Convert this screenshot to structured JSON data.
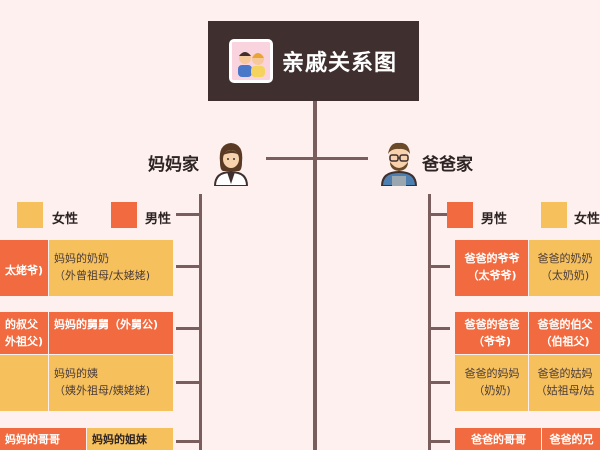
{
  "title": "亲戚关系图",
  "colors": {
    "female": "#f6c15d",
    "male": "#f26a3f",
    "title_bg": "#3f2f2f",
    "background": "#fdf0ee",
    "line": "#7a5e5e"
  },
  "icons": {
    "title": "family-photo-icon",
    "mom": "woman-avatar-icon",
    "dad": "man-avatar-icon"
  },
  "mom_side": {
    "label": "妈妈家",
    "legend": {
      "female": "女性",
      "male": "男性"
    },
    "rows": [
      {
        "left": "太姥爷)",
        "right": "妈妈的奶奶\n（外曾祖母/太姥姥)"
      },
      {
        "left": "的叔父\n外祖父)",
        "right": "妈妈的舅舅（外舅公)"
      },
      {
        "left": "",
        "right": "妈妈的姨\n（姨外祖母/姨姥姥)"
      },
      {
        "left": "妈妈的哥哥",
        "right": "妈妈的姐妹"
      }
    ]
  },
  "dad_side": {
    "label": "爸爸家",
    "legend": {
      "male": "男性",
      "female": "女性"
    },
    "rows": [
      {
        "left": "爸爸的爷爷\n（太爷爷)",
        "right": "爸爸的奶奶\n（太奶奶)"
      },
      {
        "left": "爸爸的爸爸\n（爷爷)",
        "right": "爸爸的伯父\n（伯祖父)"
      },
      {
        "left": "爸爸的妈妈\n（奶奶)",
        "right": "爸爸的姑妈\n（姑祖母/姑"
      },
      {
        "left": "爸爸的哥哥",
        "right": "爸爸的兄弟"
      }
    ]
  }
}
